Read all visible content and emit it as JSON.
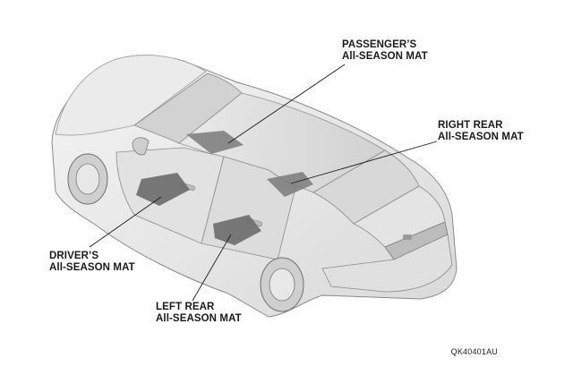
{
  "labels": {
    "passenger": {
      "line1": "PASSENGER’S",
      "line2": "All-SEASON MAT"
    },
    "right_rear": {
      "line1": "RIGHT REAR",
      "line2": "All-SEASON MAT"
    },
    "driver": {
      "line1": "DRIVER’S",
      "line2": "All-SEASON MAT"
    },
    "left_rear": {
      "line1": "LEFT REAR",
      "line2": "All-SEASON MAT"
    }
  },
  "figure_code": "QK40401AU",
  "colors": {
    "body_light": "#efefef",
    "body_mid": "#d6d6d6",
    "outline": "#8a8a8a",
    "glass": "#cfcfcf",
    "mat": "#6b6b6b",
    "leader": "#1a1a1a"
  }
}
